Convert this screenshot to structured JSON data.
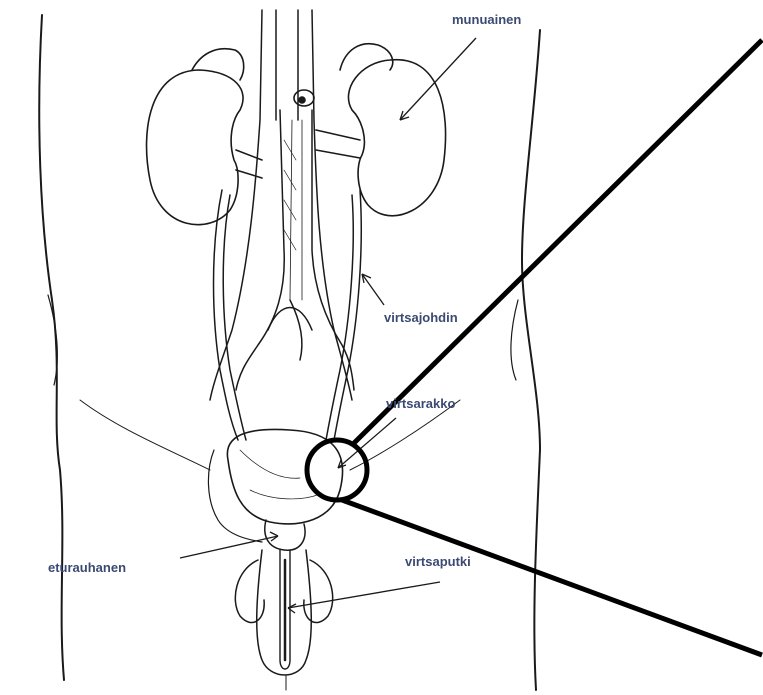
{
  "labels": {
    "kidney": "munuainen",
    "ureter": "virtsajohdin",
    "bladder": "virtsarakko",
    "prostate": "eturauhanen",
    "urethra": "virtsaputki"
  },
  "colors": {
    "label_text": "#3b4a73",
    "line": "#1a1a1a",
    "callout": "#000000"
  }
}
